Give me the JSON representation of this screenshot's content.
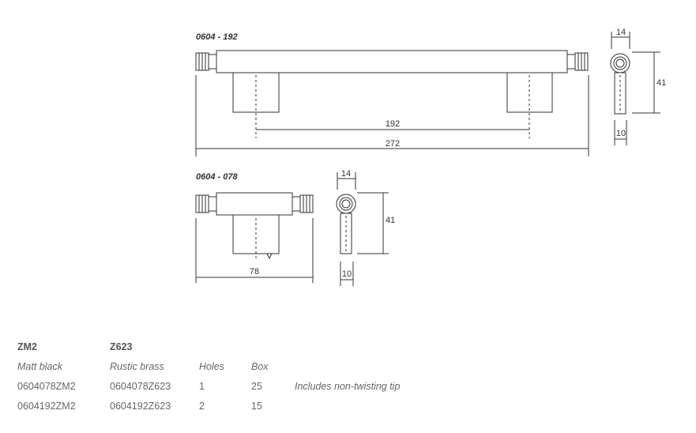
{
  "drawing_192": {
    "label": "0604 - 192",
    "dim_center": "192",
    "dim_length": "272",
    "dim_side_width": "14",
    "dim_height": "41",
    "dim_base": "10"
  },
  "drawing_078": {
    "label": "0604 - 078",
    "dim_length": "78",
    "dim_side_width": "14",
    "dim_height": "41",
    "dim_base": "10"
  },
  "table": {
    "col1_code": "ZM2",
    "col2_code": "Z623",
    "finish1": "Matt black",
    "finish2": "Rustic brass",
    "holes_header": "Holes",
    "box_header": "Box",
    "rows": [
      {
        "a": "0604078ZM2",
        "b": "0604078Z623",
        "holes": "1",
        "box": "25",
        "note": "Includes non-twisting tip"
      },
      {
        "a": "0604192ZM2",
        "b": "0604192Z623",
        "holes": "2",
        "box": "15",
        "note": ""
      }
    ]
  }
}
